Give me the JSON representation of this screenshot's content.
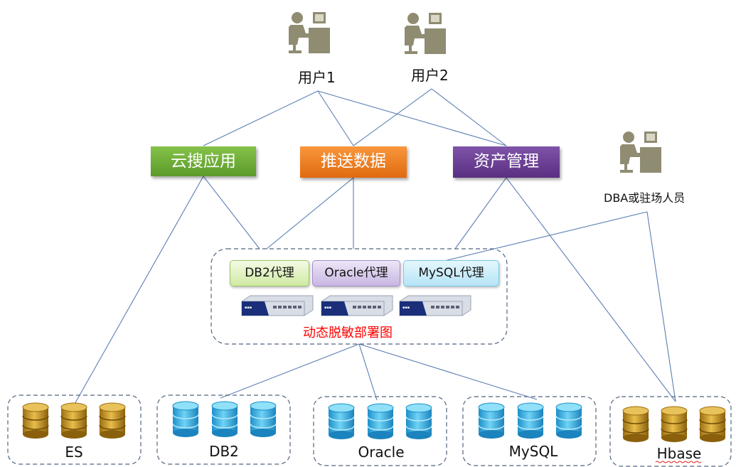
{
  "users": [
    {
      "label": "用户1",
      "icon": "user-at-computer-icon"
    },
    {
      "label": "用户2",
      "icon": "user-at-computer-icon"
    }
  ],
  "dba": {
    "label": "DBA或驻场人员",
    "icon": "user-at-computer-icon"
  },
  "apps": [
    {
      "label": "云搜应用",
      "color": "#6aa832"
    },
    {
      "label": "推送数据",
      "color": "#f07b1e"
    },
    {
      "label": "资产管理",
      "color": "#6a3d92"
    }
  ],
  "proxies": [
    {
      "label": "DB2代理",
      "color": "#e6f5c8"
    },
    {
      "label": "Oracle代理",
      "color": "#dcd0ee"
    },
    {
      "label": "MySQL代理",
      "color": "#cdeefb"
    }
  ],
  "deployment_label": "动态脱敏部署图",
  "deployment_label_color": "#ff0000",
  "databases": [
    {
      "label": "ES",
      "icon": "gold-database-icon"
    },
    {
      "label": "DB2",
      "icon": "blue-database-icon"
    },
    {
      "label": "Oracle",
      "icon": "blue-database-icon"
    },
    {
      "label": "MySQL",
      "icon": "blue-database-icon"
    },
    {
      "label": "Hbase",
      "icon": "gold-database-icon"
    }
  ]
}
